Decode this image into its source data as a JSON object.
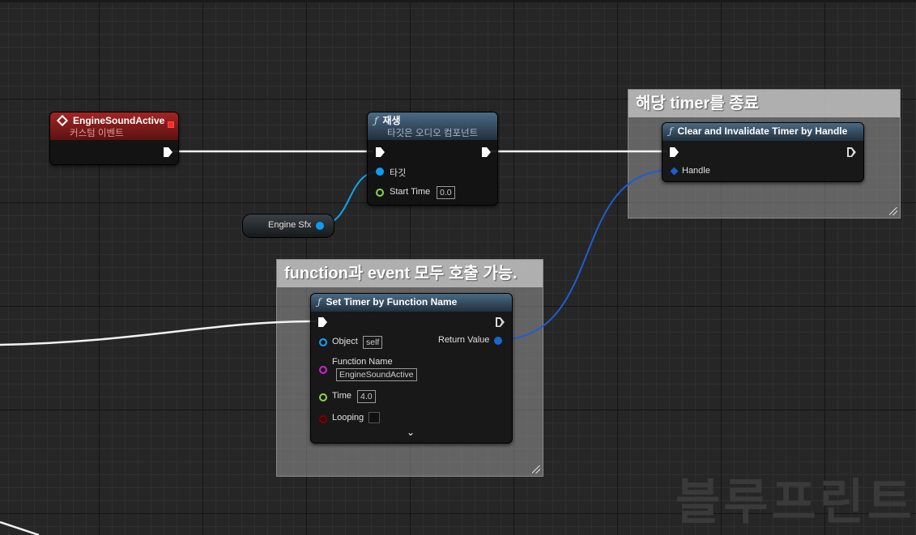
{
  "comments": {
    "timer_end": {
      "title": "해당 timer를 종료"
    },
    "set_timer": {
      "title": "function과 event 모두 호출 가능."
    }
  },
  "nodes": {
    "custom_event": {
      "title": "EngineSoundActive",
      "subtitle": "커스텀 이벤트"
    },
    "play": {
      "title": "재생",
      "subtitle": "타깃은 오디오 컴포넌트",
      "target_label": "타깃",
      "start_time_label": "Start Time",
      "start_time_value": "0.0"
    },
    "clear_timer": {
      "title": "Clear and Invalidate Timer by Handle",
      "handle_label": "Handle"
    },
    "set_timer": {
      "title": "Set Timer by Function Name",
      "object_label": "Object",
      "object_value": "self",
      "function_name_label": "Function Name",
      "function_name_value": "EngineSoundActive",
      "time_label": "Time",
      "time_value": "4.0",
      "looping_label": "Looping",
      "return_value_label": "Return Value"
    },
    "engine_sfx": {
      "label": "Engine Sfx"
    }
  },
  "watermark": "블루프린트",
  "icons": {
    "function": "ƒ",
    "chevron": "⌄"
  },
  "colors": {
    "exec_wire": "#f2f2f2",
    "object_wire": "#0ea5f0",
    "struct_wire": "#1c5fd0",
    "event_header": "#a42424",
    "function_header": "#4a6a84"
  }
}
